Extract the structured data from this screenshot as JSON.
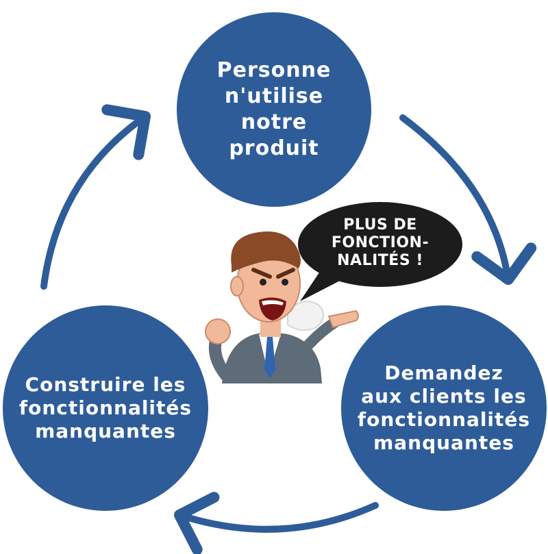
{
  "colors": {
    "node_fill": "#2e5c99",
    "arrow": "#2e5c99",
    "node_text": "#ffffff",
    "bubble_fill": "#1c1c1c",
    "bubble_text": "#ffffff"
  },
  "nodes": {
    "top": "Personne\nn'utilise\nnotre\nproduit",
    "right": "Demandez\naux clients les\nfonctionnalités\nmanquantes",
    "left": "Construire les\nfonctionnalités\nmanquantes"
  },
  "speech_bubble": "PLUS DE\nFONCTION-\nNALITÉS !",
  "icons": [
    "angry-man-icon",
    "speech-bubble-icon",
    "cycle-arrow-icon"
  ]
}
